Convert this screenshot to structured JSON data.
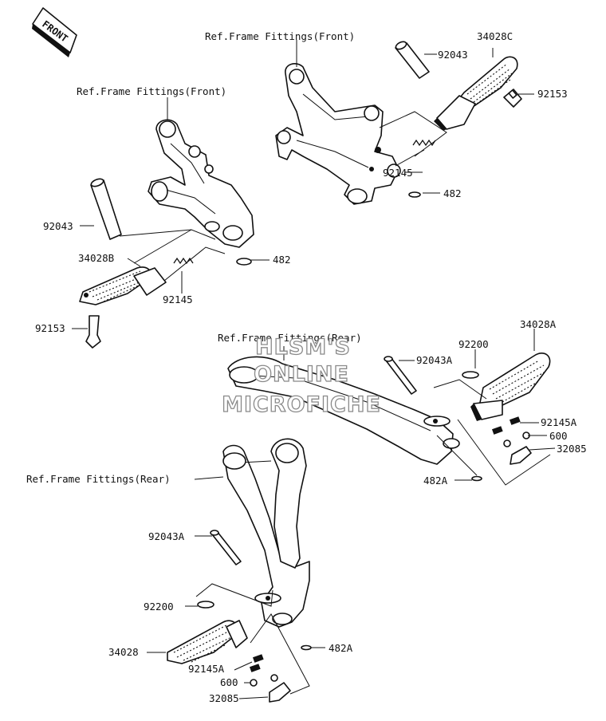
{
  "front_badge": "FRONT",
  "refs": {
    "front_1": "Ref.Frame Fittings(Front)",
    "front_2": "Ref.Frame Fittings(Front)",
    "rear_1": "Ref.Frame Fittings(Rear)",
    "rear_2": "Ref.Frame Fittings(Rear)"
  },
  "watermark": {
    "line1": "HLSM'S",
    "line2": "ONLINE",
    "line3": "MICROFICHE"
  },
  "parts": {
    "tr_92043": "92043",
    "tr_34028C": "34028C",
    "tr_92153": "92153",
    "tr_92145": "92145",
    "tr_482": "482",
    "tl_92043": "92043",
    "tl_34028B": "34028B",
    "tl_482": "482",
    "tl_92145": "92145",
    "tl_92153": "92153",
    "mr_34028A": "34028A",
    "mr_92200": "92200",
    "mr_92043A": "92043A",
    "mr_92145A": "92145A",
    "mr_600": "600",
    "mr_32085": "32085",
    "mr_482A": "482A",
    "bl_92043A": "92043A",
    "bl_92200": "92200",
    "bl_34028": "34028",
    "bl_482A": "482A",
    "bl_92145A": "92145A",
    "bl_600": "600",
    "bl_32085": "32085"
  }
}
